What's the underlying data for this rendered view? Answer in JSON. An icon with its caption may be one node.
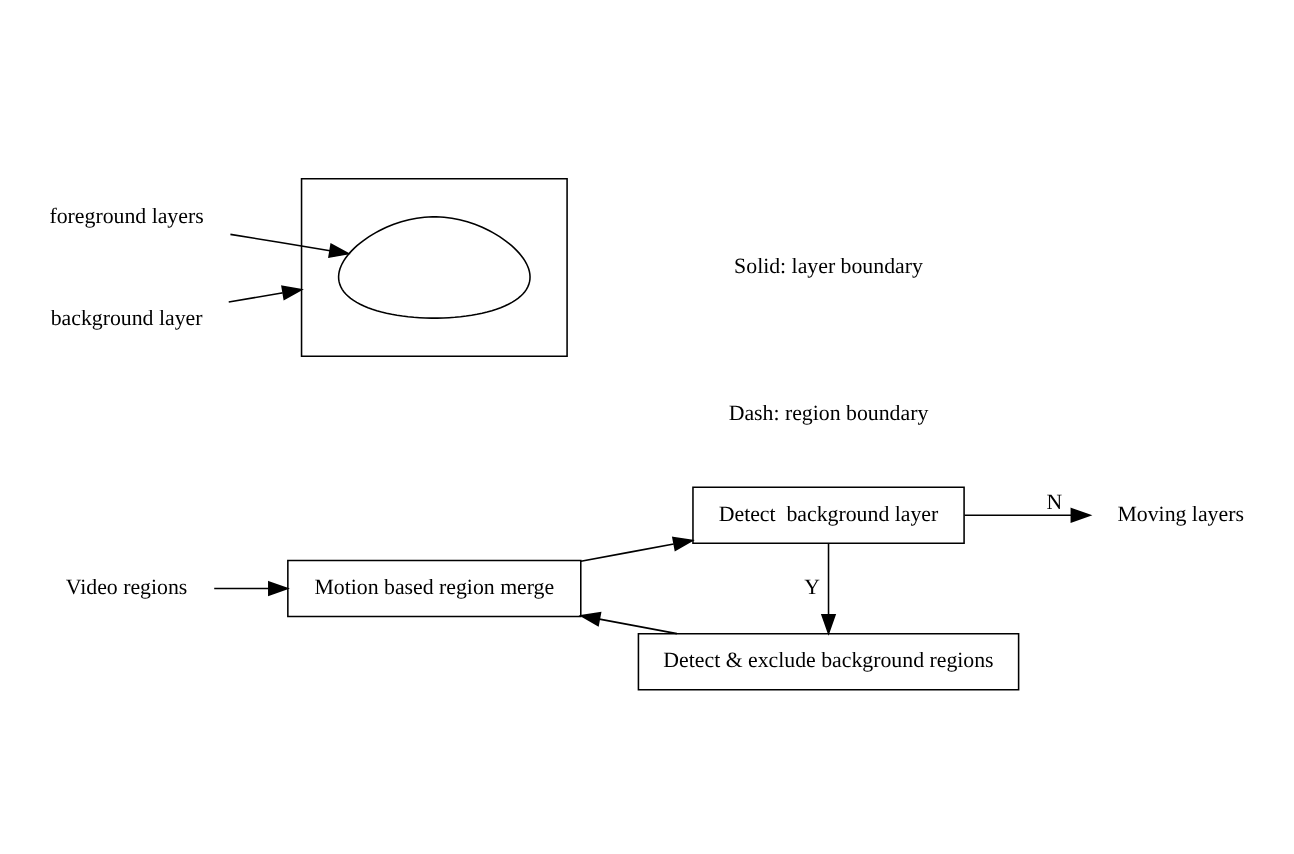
{
  "diagram": {
    "nodes": [
      {
        "text": [
          "Video regions"
        ]
      },
      {
        "text": [
          "Motion based region merge"
        ]
      },
      {
        "text": [
          "Detect  background layer"
        ]
      },
      {
        "text": [
          "Moving layers"
        ]
      },
      {
        "text": [
          "Detect & exclude background regions"
        ]
      },
      {
        "text": [],
        "shape": "box"
      },
      {
        "text": [
          "foreground layers"
        ]
      },
      {
        "text": [],
        "shape": "picture",
        "in": 5
      },
      {
        "text": [
          "background layer"
        ]
      }
    ],
    "edges": [
      {
        "from": 0,
        "to": 1,
        "arrow": "to"
      },
      {
        "from": 1,
        "to": 2,
        "arrow": "to"
      },
      {
        "from": 2,
        "to": 3,
        "arrow": "to",
        "label": "N"
      },
      {
        "from": 2,
        "to": 4,
        "arrow": "to",
        "label": "Y"
      },
      {
        "from": 4,
        "to": 1,
        "arrow": "to"
      },
      {
        "from": 6,
        "to": 7,
        "arrow": "to"
      },
      {
        "from": 8,
        "to": 5,
        "arrow": "to"
      }
    ],
    "labels": [
      "Solid: layer boundary",
      "Dash: region boundary"
    ]
  }
}
